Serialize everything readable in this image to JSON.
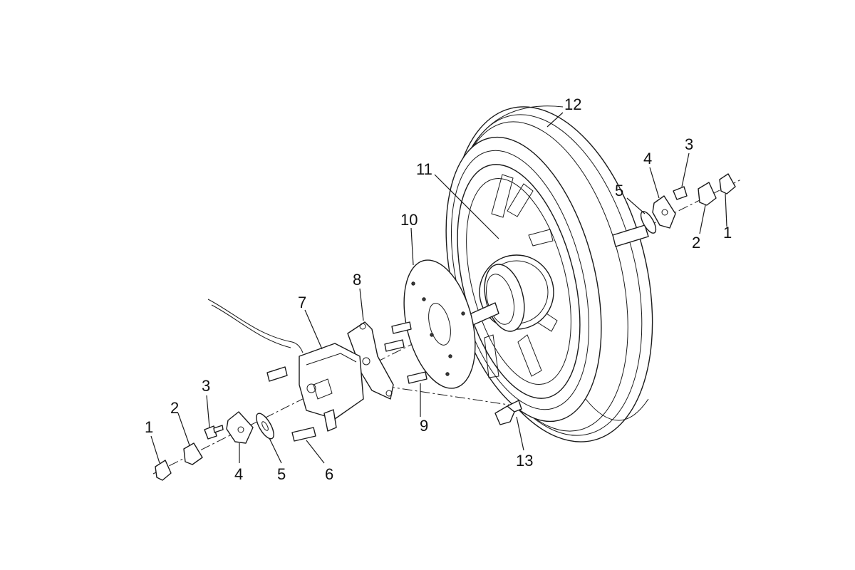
{
  "colors": {
    "line": "#1a1a1a",
    "background": "#ffffff"
  },
  "callouts": [
    {
      "id": "c12",
      "label": "12",
      "part": "tire"
    },
    {
      "id": "c11",
      "label": "11",
      "part": "hub-motor-wheel"
    },
    {
      "id": "c10",
      "label": "10",
      "part": "brake-disc"
    },
    {
      "id": "c9",
      "label": "9",
      "part": "disc-bolt"
    },
    {
      "id": "c8",
      "label": "8",
      "part": "caliper-bracket"
    },
    {
      "id": "c7",
      "label": "7",
      "part": "brake-caliper"
    },
    {
      "id": "c6",
      "label": "6",
      "part": "caliper-bolt"
    },
    {
      "id": "c13",
      "label": "13",
      "part": "valve-stem"
    },
    {
      "id": "c5l",
      "label": "5",
      "part": "washer-left"
    },
    {
      "id": "c4l",
      "label": "4",
      "part": "axle-plate-left"
    },
    {
      "id": "c3l",
      "label": "3",
      "part": "plate-bolt-left"
    },
    {
      "id": "c2l",
      "label": "2",
      "part": "spacer-left"
    },
    {
      "id": "c1l",
      "label": "1",
      "part": "axle-nut-left"
    },
    {
      "id": "c5r",
      "label": "5",
      "part": "washer-right"
    },
    {
      "id": "c4r",
      "label": "4",
      "part": "axle-plate-right"
    },
    {
      "id": "c3r",
      "label": "3",
      "part": "plate-bolt-right"
    },
    {
      "id": "c2r",
      "label": "2",
      "part": "spacer-right"
    },
    {
      "id": "c1r",
      "label": "1",
      "part": "axle-nut-right"
    }
  ]
}
